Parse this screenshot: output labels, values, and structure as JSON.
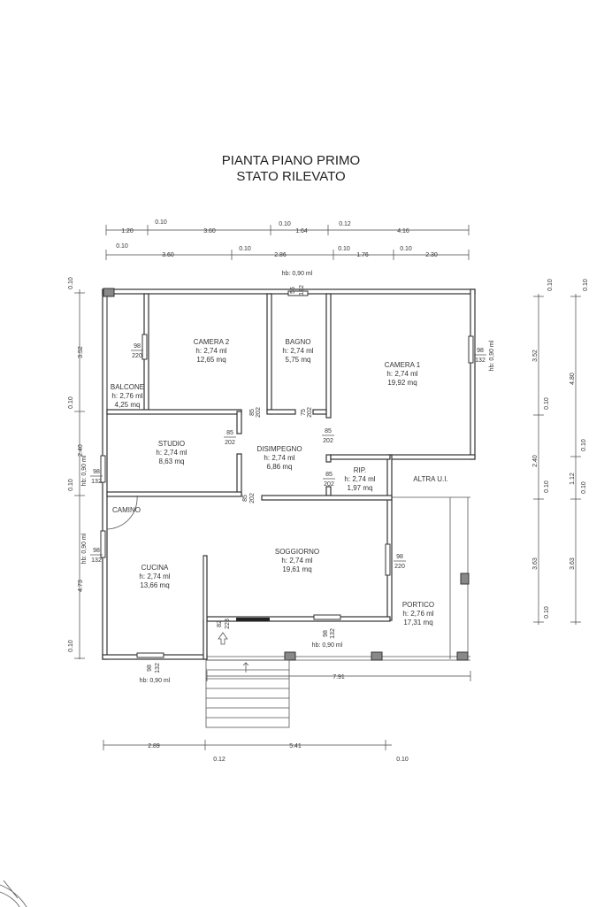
{
  "title": {
    "line1": "PIANTA PIANO PRIMO",
    "line2": "STATO RILEVATO"
  },
  "rooms": [
    {
      "name": "CAMERA 2",
      "h": "h: 2,74 ml",
      "area": "12,65 mq"
    },
    {
      "name": "BAGNO",
      "h": "h: 2,74 ml",
      "area": "5,75 mq"
    },
    {
      "name": "CAMERA 1",
      "h": "h: 2,74 ml",
      "area": "19,92 mq"
    },
    {
      "name": "BALCONE",
      "h": "h: 2,76 ml",
      "area": "4,25 mq"
    },
    {
      "name": "STUDIO",
      "h": "h: 2,74 ml",
      "area": "8,63 mq"
    },
    {
      "name": "DISIMPEGNO",
      "h": "h: 2,74 ml",
      "area": "6,86 mq"
    },
    {
      "name": "RIP.",
      "h": "h: 2,74 ml",
      "area": "1,97 mq"
    },
    {
      "name": "ALTRA U.I."
    },
    {
      "name": "CAMINO"
    },
    {
      "name": "CUCINA",
      "h": "h: 2,74 ml",
      "area": "13,66 mq"
    },
    {
      "name": "SOGGIORNO",
      "h": "h: 2,74 ml",
      "area": "19,61 mq"
    },
    {
      "name": "PORTICO",
      "h": "h: 2,76 ml",
      "area": "17,31 mq"
    }
  ],
  "top_dims_row1": [
    "1.20",
    "0.10",
    "3.60",
    "0.10",
    "1.64",
    "0.12",
    "4.16"
  ],
  "top_dims_row2": [
    "0.10",
    "3.60",
    "0.10",
    "2.86",
    "0.10",
    "1.76",
    "0.10",
    "2.30"
  ],
  "left_dims": [
    "0.10",
    "3.52",
    "0.10",
    "2.40",
    "0.10",
    "4.73",
    "0.10"
  ],
  "right_dims_inner": [
    "0.10",
    "3.52",
    "0.10",
    "2.40",
    "0.10",
    "3.63",
    "0.10"
  ],
  "right_dims_outer": [
    "0.10",
    "4.80",
    "0.10",
    "1.12",
    "0.10",
    "3.63"
  ],
  "bottom_dims": [
    "2.89",
    "0.12",
    "5.41",
    "0.10"
  ],
  "overall_width": "7.91",
  "openings": [
    {
      "w": "55",
      "h": "132"
    },
    {
      "w": "98",
      "h": "220"
    },
    {
      "w": "98",
      "h": "132"
    },
    {
      "w": "85",
      "h": "202"
    },
    {
      "w": "75",
      "h": "202"
    },
    {
      "w": "85",
      "h": "202"
    },
    {
      "w": "85",
      "h": "202"
    },
    {
      "w": "98",
      "h": "132"
    },
    {
      "w": "85",
      "h": "202"
    },
    {
      "w": "85",
      "h": "202"
    },
    {
      "w": "98",
      "h": "132"
    },
    {
      "w": "98",
      "h": "220"
    },
    {
      "w": "82",
      "h": "223"
    },
    {
      "w": "98",
      "h": "132"
    },
    {
      "w": "98",
      "h": "132"
    }
  ],
  "sill_labels": {
    "top": "hb: 0,90 ml",
    "right": "hb: 0,90 ml",
    "left_upper": "hb: 0,90 ml",
    "left_lower": "hb: 0,90 ml",
    "bottom_soggiorno": "hb: 0,90 ml",
    "bottom_cucina": "hb: 0,90 ml"
  },
  "colors": {
    "wall": "#333333",
    "background": "#ffffff",
    "text": "#333333"
  }
}
